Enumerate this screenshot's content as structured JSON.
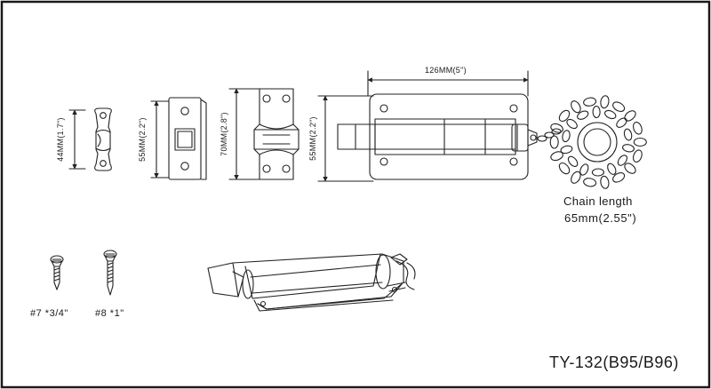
{
  "dimensions": {
    "strike_height": "44MM(1.7\")",
    "keeper_height": "55MM(2.2\")",
    "bracket_height": "70MM(2.8\")",
    "bolt_height": "55MM(2.2\")",
    "bolt_width": "126MM(5\")"
  },
  "chain": {
    "label": "Chain length",
    "value": "65mm(2.55\")"
  },
  "screws": [
    {
      "label": "#7 *3/4\""
    },
    {
      "label": "#8 *1\""
    }
  ],
  "model_code": "TY-132(B95/B96)"
}
